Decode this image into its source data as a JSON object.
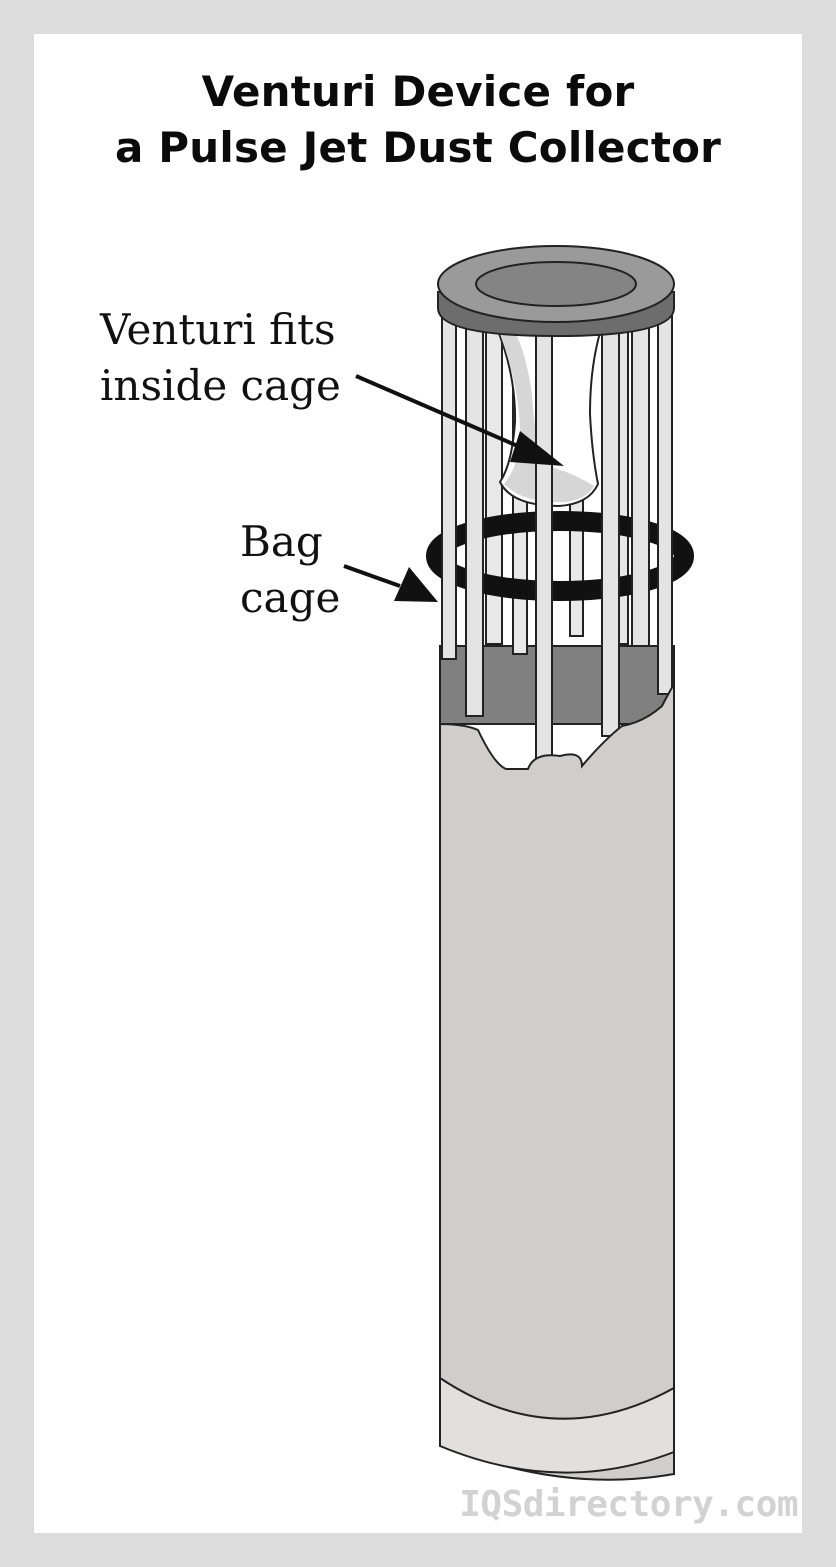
{
  "title": {
    "line1": "Venturi Device for",
    "line2": "a Pulse Jet Dust Collector"
  },
  "labels": {
    "venturi": {
      "line1": "Venturi fits",
      "line2": "inside cage"
    },
    "cage": {
      "line1": "Bag",
      "line2": "cage"
    }
  },
  "watermark": "IQSdirectory.com",
  "colors": {
    "frame": "#dcdcdc",
    "bag": "#d0cdcc",
    "bag_cuff": "#e2e0df",
    "cage_interior": "#808080",
    "flange_top": "#9a9a9a",
    "flange_inner": "#848484",
    "venturi": "#d8d8d8",
    "outline": "#222222"
  }
}
